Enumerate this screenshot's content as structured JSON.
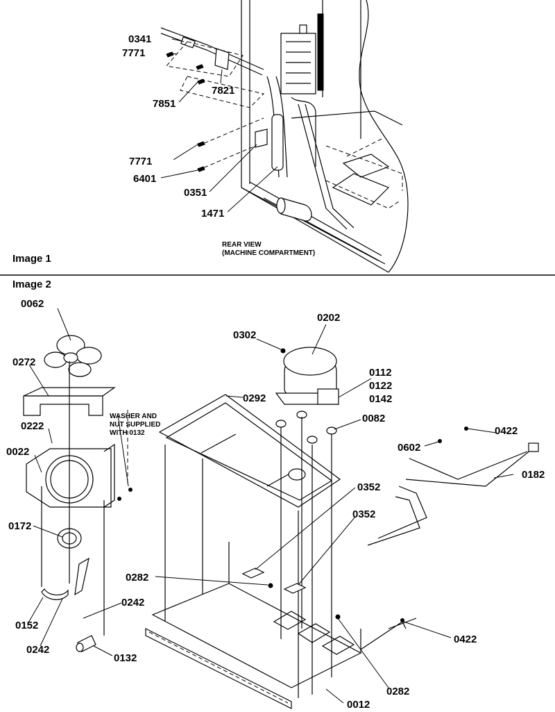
{
  "panel1": {
    "title": "Image 1",
    "caption_line1": "REAR VIEW",
    "caption_line2": "(MACHINE COMPARTMENT)",
    "labels": {
      "p0341": "0341",
      "p7771a": "7771",
      "p7821": "7821",
      "p7851": "7851",
      "p7771b": "7771",
      "p6401": "6401",
      "p0351": "0351",
      "p1471": "1471"
    }
  },
  "panel2": {
    "title": "Image 2",
    "note_line1": "WASHER AND",
    "note_line2": "NUT SUPPLIED",
    "note_line3": "WITH 0132",
    "labels": {
      "p0062": "0062",
      "p0272": "0272",
      "p0222": "0222",
      "p0022": "0022",
      "p0172": "0172",
      "p0152": "0152",
      "p0242a": "0242",
      "p0242b": "0242",
      "p0132": "0132",
      "p0302": "0302",
      "p0202": "0202",
      "p0112": "0112",
      "p0122": "0122",
      "p0142": "0142",
      "p0082": "0082",
      "p0292": "0292",
      "p0352a": "0352",
      "p0352b": "0352",
      "p0282a": "0282",
      "p0282b": "0282",
      "p0012": "0012",
      "p0422a": "0422",
      "p0422b": "0422",
      "p0602": "0602",
      "p0182": "0182"
    }
  }
}
